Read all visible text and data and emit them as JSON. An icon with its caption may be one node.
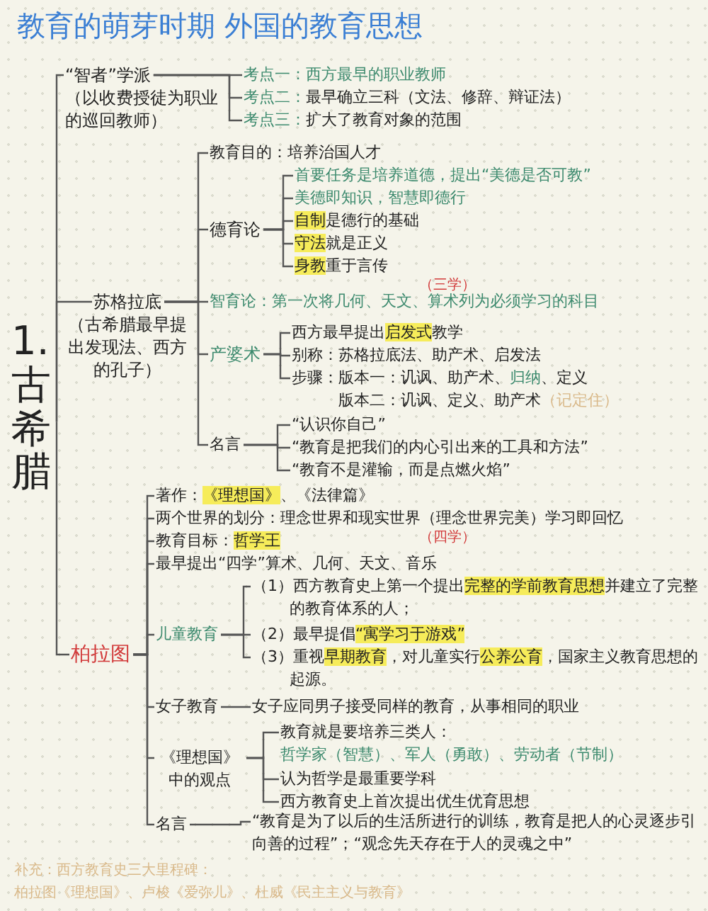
{
  "diagram": {
    "title": "教育的萌芽时期 外国的教育思想",
    "nodes": [
      {
        "text": [
          "1. 古希腊"
        ]
      },
      {
        "text": [
          "“智者”学派",
          "（以收费授徒为职业的巡回教师）"
        ]
      },
      {
        "text": [
          "考点一：",
          "西方最早的职业教师"
        ]
      },
      {
        "text": [
          "考点二：",
          "最早确立三科（文法、修辞、辩证法）"
        ]
      },
      {
        "text": [
          "考点三：",
          "扩大了教育对象的范围"
        ]
      },
      {
        "text": [
          "苏格拉底",
          "（古希腊最早提出发现法、西方的孔子）"
        ]
      },
      {
        "text": [
          "教育目的：培养治国人才"
        ]
      },
      {
        "text": [
          "德育论"
        ]
      },
      {
        "text": [
          "首要任务是培养道德，提出“美德是否可教”"
        ]
      },
      {
        "text": [
          "美德即知识，智慧即德行"
        ]
      },
      {
        "text": [
          "**自制**是德行的基础"
        ]
      },
      {
        "text": [
          "**守法**就是正义"
        ]
      },
      {
        "text": [
          "**身教**重于言传"
        ]
      },
      {
        "text": [
          "智育论：第一次将几何、天文、算术列为必须学习的科目"
        ]
      },
      {
        "text": [
          "产婆术"
        ]
      },
      {
        "text": [
          "西方最早提出**启发式**教学"
        ]
      },
      {
        "text": [
          "别称：苏格拉底法、助产术、启发法"
        ]
      },
      {
        "text": [
          "步骤：版本一：讥讽、助产术、*归纳*、定义",
          "版本二：讥讽、定义、助产术"
        ],
        "beside": [
          "（记定住）"
        ]
      },
      {
        "text": [
          "名言"
        ]
      },
      {
        "text": [
          "“认识你自己”"
        ]
      },
      {
        "text": [
          "“教育是把我们的内心引出来的工具和方法”"
        ]
      },
      {
        "text": [
          "“教育不是灌输，而是点燃火焰”"
        ]
      },
      {
        "text": [
          "柏拉图"
        ]
      },
      {
        "text": [
          "著作：**《理想国》**、《法律篇》"
        ]
      },
      {
        "text": [
          "两个世界的划分：理念世界和现实世界（理念世界完美）学习即回忆"
        ]
      },
      {
        "text": [
          "教育目标：**哲学王**"
        ]
      },
      {
        "text": [
          "最早提出“四学”算术、几何、天文、音乐"
        ]
      },
      {
        "text": [
          "儿童教育"
        ]
      },
      {
        "text": [
          "（1）西方教育史上第一个提出**完整的学前教育思想**并建立了完整的教育体系的人；"
        ]
      },
      {
        "text": [
          "（2）最早提倡**“寓学习于游戏”**"
        ]
      },
      {
        "text": [
          "（3）重视**早期教育**，对儿童实行**公养公育**，国家主义教育思想的起源。"
        ]
      },
      {
        "text": [
          "女子教育"
        ]
      },
      {
        "text": [
          "女子应同男子接受同样的教育，从事相同的职业"
        ]
      },
      {
        "text": [
          "《理想国》中的观点"
        ]
      },
      {
        "text": [
          "教育就是要培养三类人：",
          "哲学家（智慧）、军人（勇敢）、劳动者（节制）"
        ]
      },
      {
        "text": [
          "认为哲学是最重要学科"
        ]
      },
      {
        "text": [
          "西方教育史上首次提出优生优育思想"
        ]
      },
      {
        "text": [
          "名言"
        ]
      },
      {
        "text": [
          "“教育是为了以后的生活所进行的训练，教育是把人的心灵逐步引向善的过程”；“观念先天存在于人的灵魂之中”"
        ]
      }
    ],
    "edges": [
      {
        "from": 0,
        "to": 1,
        "arrow": "none"
      },
      {
        "from": 0,
        "to": 5,
        "arrow": "none"
      },
      {
        "from": 0,
        "to": 22,
        "arrow": "none"
      },
      {
        "from": 1,
        "to": 2,
        "arrow": "none"
      },
      {
        "from": 1,
        "to": 3,
        "arrow": "none"
      },
      {
        "from": 1,
        "to": 4,
        "arrow": "none"
      },
      {
        "from": 5,
        "to": 6,
        "arrow": "none"
      },
      {
        "from": 5,
        "to": 7,
        "arrow": "none"
      },
      {
        "from": 5,
        "to": 13,
        "arrow": "none"
      },
      {
        "from": 5,
        "to": 14,
        "arrow": "none"
      },
      {
        "from": 5,
        "to": 18,
        "arrow": "none"
      },
      {
        "from": 7,
        "to": 8,
        "arrow": "none"
      },
      {
        "from": 7,
        "to": 9,
        "arrow": "none"
      },
      {
        "from": 7,
        "to": 10,
        "arrow": "none"
      },
      {
        "from": 7,
        "to": 11,
        "arrow": "none"
      },
      {
        "from": 7,
        "to": 12,
        "arrow": "none"
      },
      {
        "from": 14,
        "to": 15,
        "arrow": "none"
      },
      {
        "from": 14,
        "to": 16,
        "arrow": "none"
      },
      {
        "from": 14,
        "to": 17,
        "arrow": "none"
      },
      {
        "from": 18,
        "to": 19,
        "arrow": "none"
      },
      {
        "from": 18,
        "to": 20,
        "arrow": "none"
      },
      {
        "from": 18,
        "to": 21,
        "arrow": "none"
      },
      {
        "from": 22,
        "to": 23,
        "arrow": "none"
      },
      {
        "from": 22,
        "to": 24,
        "arrow": "none"
      },
      {
        "from": 22,
        "to": 25,
        "arrow": "none"
      },
      {
        "from": 22,
        "to": 26,
        "arrow": "none"
      },
      {
        "from": 22,
        "to": 27,
        "arrow": "none"
      },
      {
        "from": 22,
        "to": 31,
        "arrow": "none"
      },
      {
        "from": 22,
        "to": 33,
        "arrow": "none"
      },
      {
        "from": 22,
        "to": 37,
        "arrow": "none"
      },
      {
        "from": 27,
        "to": 28,
        "arrow": "none"
      },
      {
        "from": 27,
        "to": 29,
        "arrow": "none"
      },
      {
        "from": 27,
        "to": 30,
        "arrow": "none"
      },
      {
        "from": 31,
        "to": 32,
        "arrow": "none"
      },
      {
        "from": 33,
        "to": 34,
        "arrow": "none"
      },
      {
        "from": 33,
        "to": 35,
        "arrow": "none"
      },
      {
        "from": 33,
        "to": 36,
        "arrow": "none"
      },
      {
        "from": 37,
        "to": 38,
        "arrow": "none"
      }
    ],
    "labels": [
      "（三学）",
      "（四学）",
      "补充：西方教育史三大里程碑：",
      "柏拉图《理想国》、卢梭《爱弥儿》、杜威《民主主义与教育》"
    ]
  }
}
